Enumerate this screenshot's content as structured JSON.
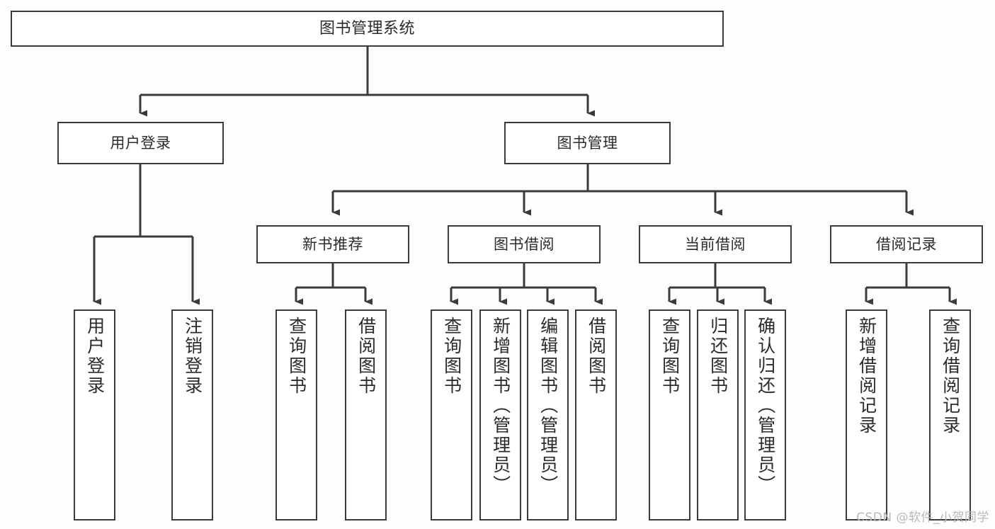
{
  "diagram": {
    "title": "图书管理系统",
    "type": "tree-hierarchy-chart",
    "colors": {
      "background": "#fdfdfd",
      "box_border": "#3b3b3b",
      "box_fill": "#ffffff",
      "connector": "#3b3b3b",
      "text": "#2b2b2b",
      "watermark": "#b9b9b9"
    },
    "root": {
      "label": "图书管理系统"
    },
    "level2": [
      {
        "label": "用户登录"
      },
      {
        "label": "图书管理"
      }
    ],
    "level3": [
      {
        "label": "新书推荐"
      },
      {
        "label": "图书借阅"
      },
      {
        "label": "当前借阅"
      },
      {
        "label": "借阅记录"
      }
    ],
    "leaves": {
      "user_login": [
        {
          "label": "用户登录"
        },
        {
          "label": "注销登录"
        }
      ],
      "new_book_recommend": [
        {
          "label": "查询图书"
        },
        {
          "label": "借阅图书"
        }
      ],
      "book_borrow": [
        {
          "label": "查询图书"
        },
        {
          "label": "新增图书（管理员）"
        },
        {
          "label": "编辑图书（管理员）"
        },
        {
          "label": "借阅图书"
        }
      ],
      "current_borrow": [
        {
          "label": "查询图书"
        },
        {
          "label": "归还图书"
        },
        {
          "label": "确认归还（管理员）"
        }
      ],
      "borrow_record": [
        {
          "label": "新增借阅记录"
        },
        {
          "label": "查询借阅记录"
        }
      ]
    }
  },
  "watermark": {
    "text": "CSDN @软件_小贺同学"
  }
}
